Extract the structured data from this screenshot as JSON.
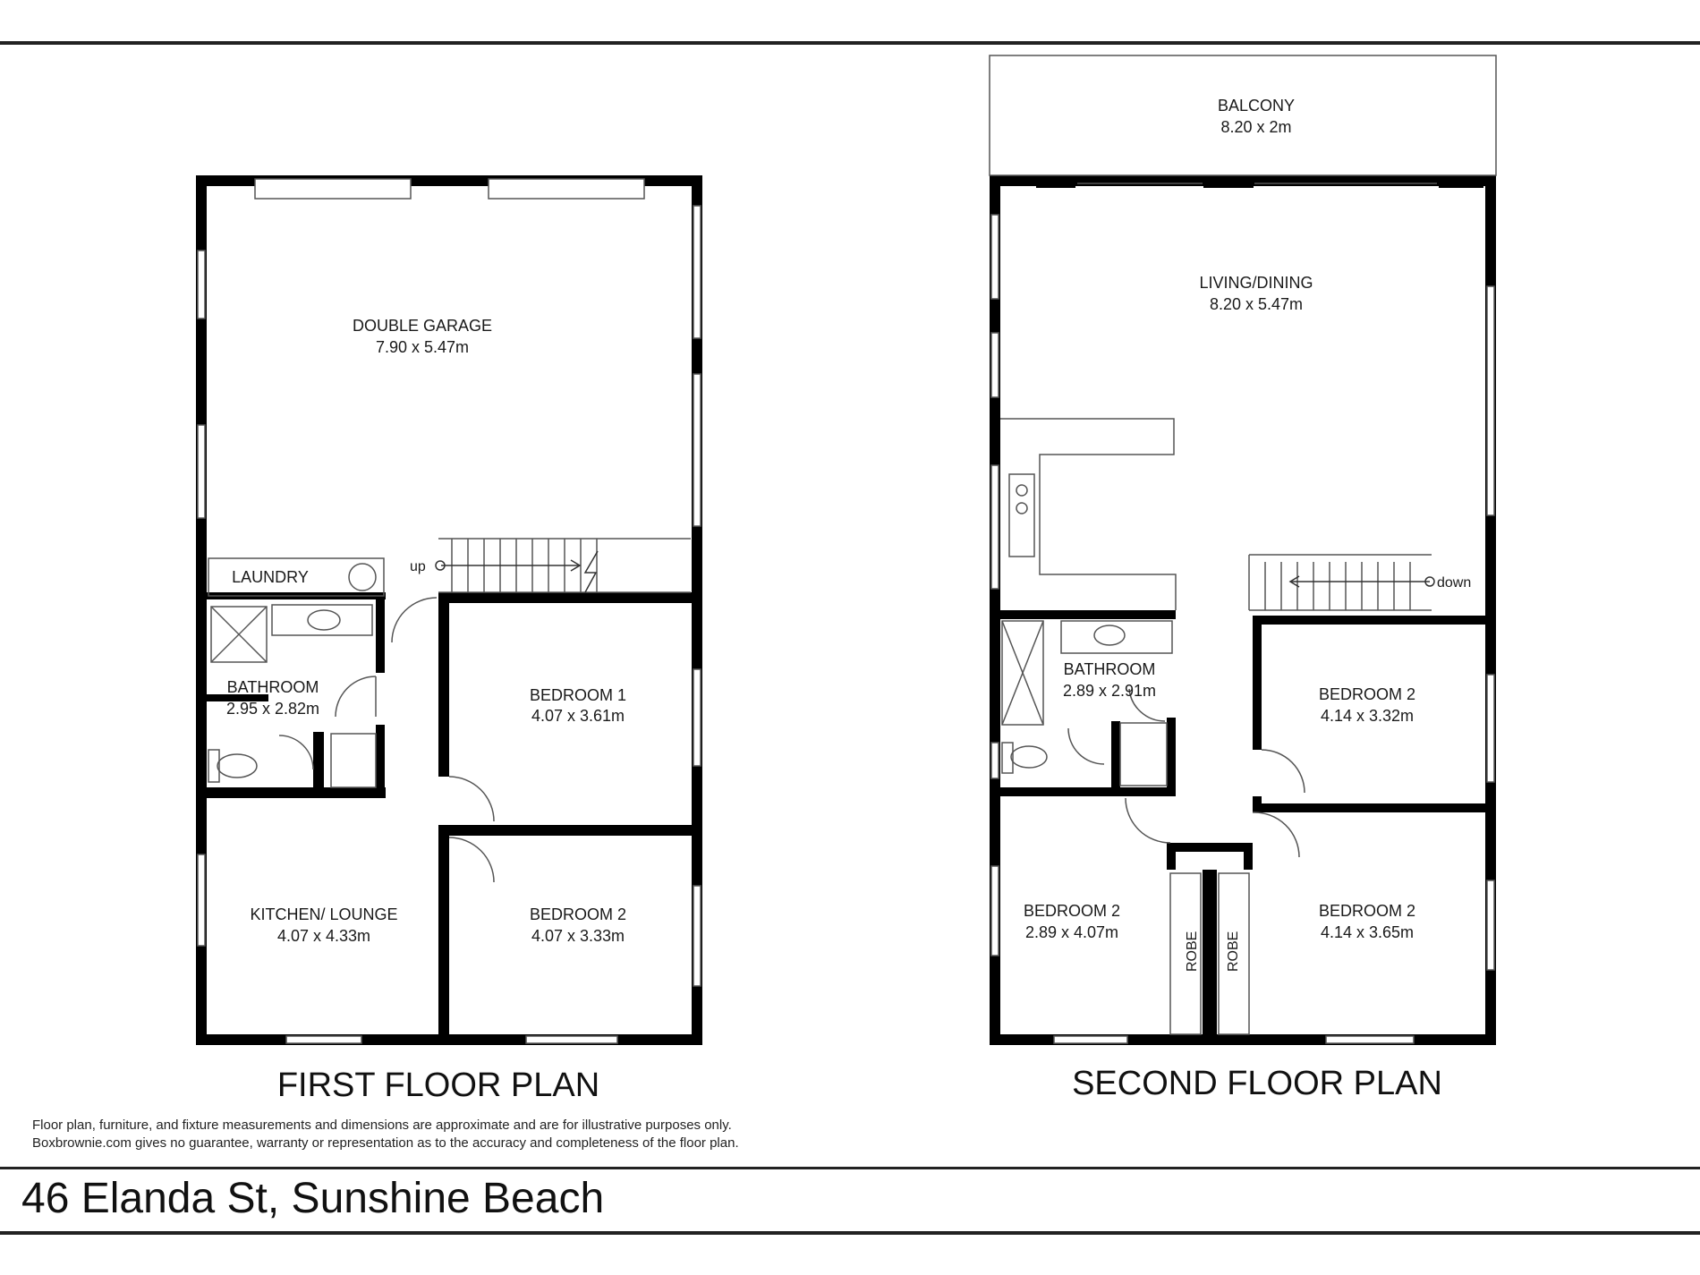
{
  "first_floor": {
    "title": "FIRST FLOOR  PLAN",
    "rooms": {
      "garage": {
        "name": "DOUBLE GARAGE",
        "dims": "7.90 x 5.47m"
      },
      "laundry": {
        "name": "LAUNDRY"
      },
      "bathroom": {
        "name": "BATHROOM",
        "dims": "2.95 x 2.82m"
      },
      "bedroom1": {
        "name": "BEDROOM 1",
        "dims": "4.07 x 3.61m"
      },
      "kitchen": {
        "name": "KITCHEN/ LOUNGE",
        "dims": "4.07 x 4.33m"
      },
      "bedroom2": {
        "name": "BEDROOM 2",
        "dims": "4.07 x 3.33m"
      }
    },
    "stair_label": "up"
  },
  "second_floor": {
    "title": "SECOND FLOOR  PLAN",
    "rooms": {
      "balcony": {
        "name": "BALCONY",
        "dims": "8.20 x 2m"
      },
      "living": {
        "name": "LIVING/DINING",
        "dims": "8.20 x 5.47m"
      },
      "bathroom": {
        "name": "BATHROOM",
        "dims": "2.89 x 2.91m"
      },
      "bedroom_ne": {
        "name": "BEDROOM 2",
        "dims": "4.14 x 3.32m"
      },
      "bedroom_sw": {
        "name": "BEDROOM 2",
        "dims": "2.89 x 4.07m"
      },
      "bedroom_se": {
        "name": "BEDROOM 2",
        "dims": "4.14 x 3.65m"
      }
    },
    "stair_label": "down",
    "robe_label_1": "ROBE",
    "robe_label_2": "ROBE"
  },
  "disclaimer_line1": "Floor plan, furniture, and fixture measurements and dimensions are approximate and are for illustrative purposes only.",
  "disclaimer_line2": "Boxbrownie.com gives no guarantee, warranty or representation as to the accuracy and completeness of the floor plan.",
  "address": "46 Elanda St, Sunshine Beach"
}
